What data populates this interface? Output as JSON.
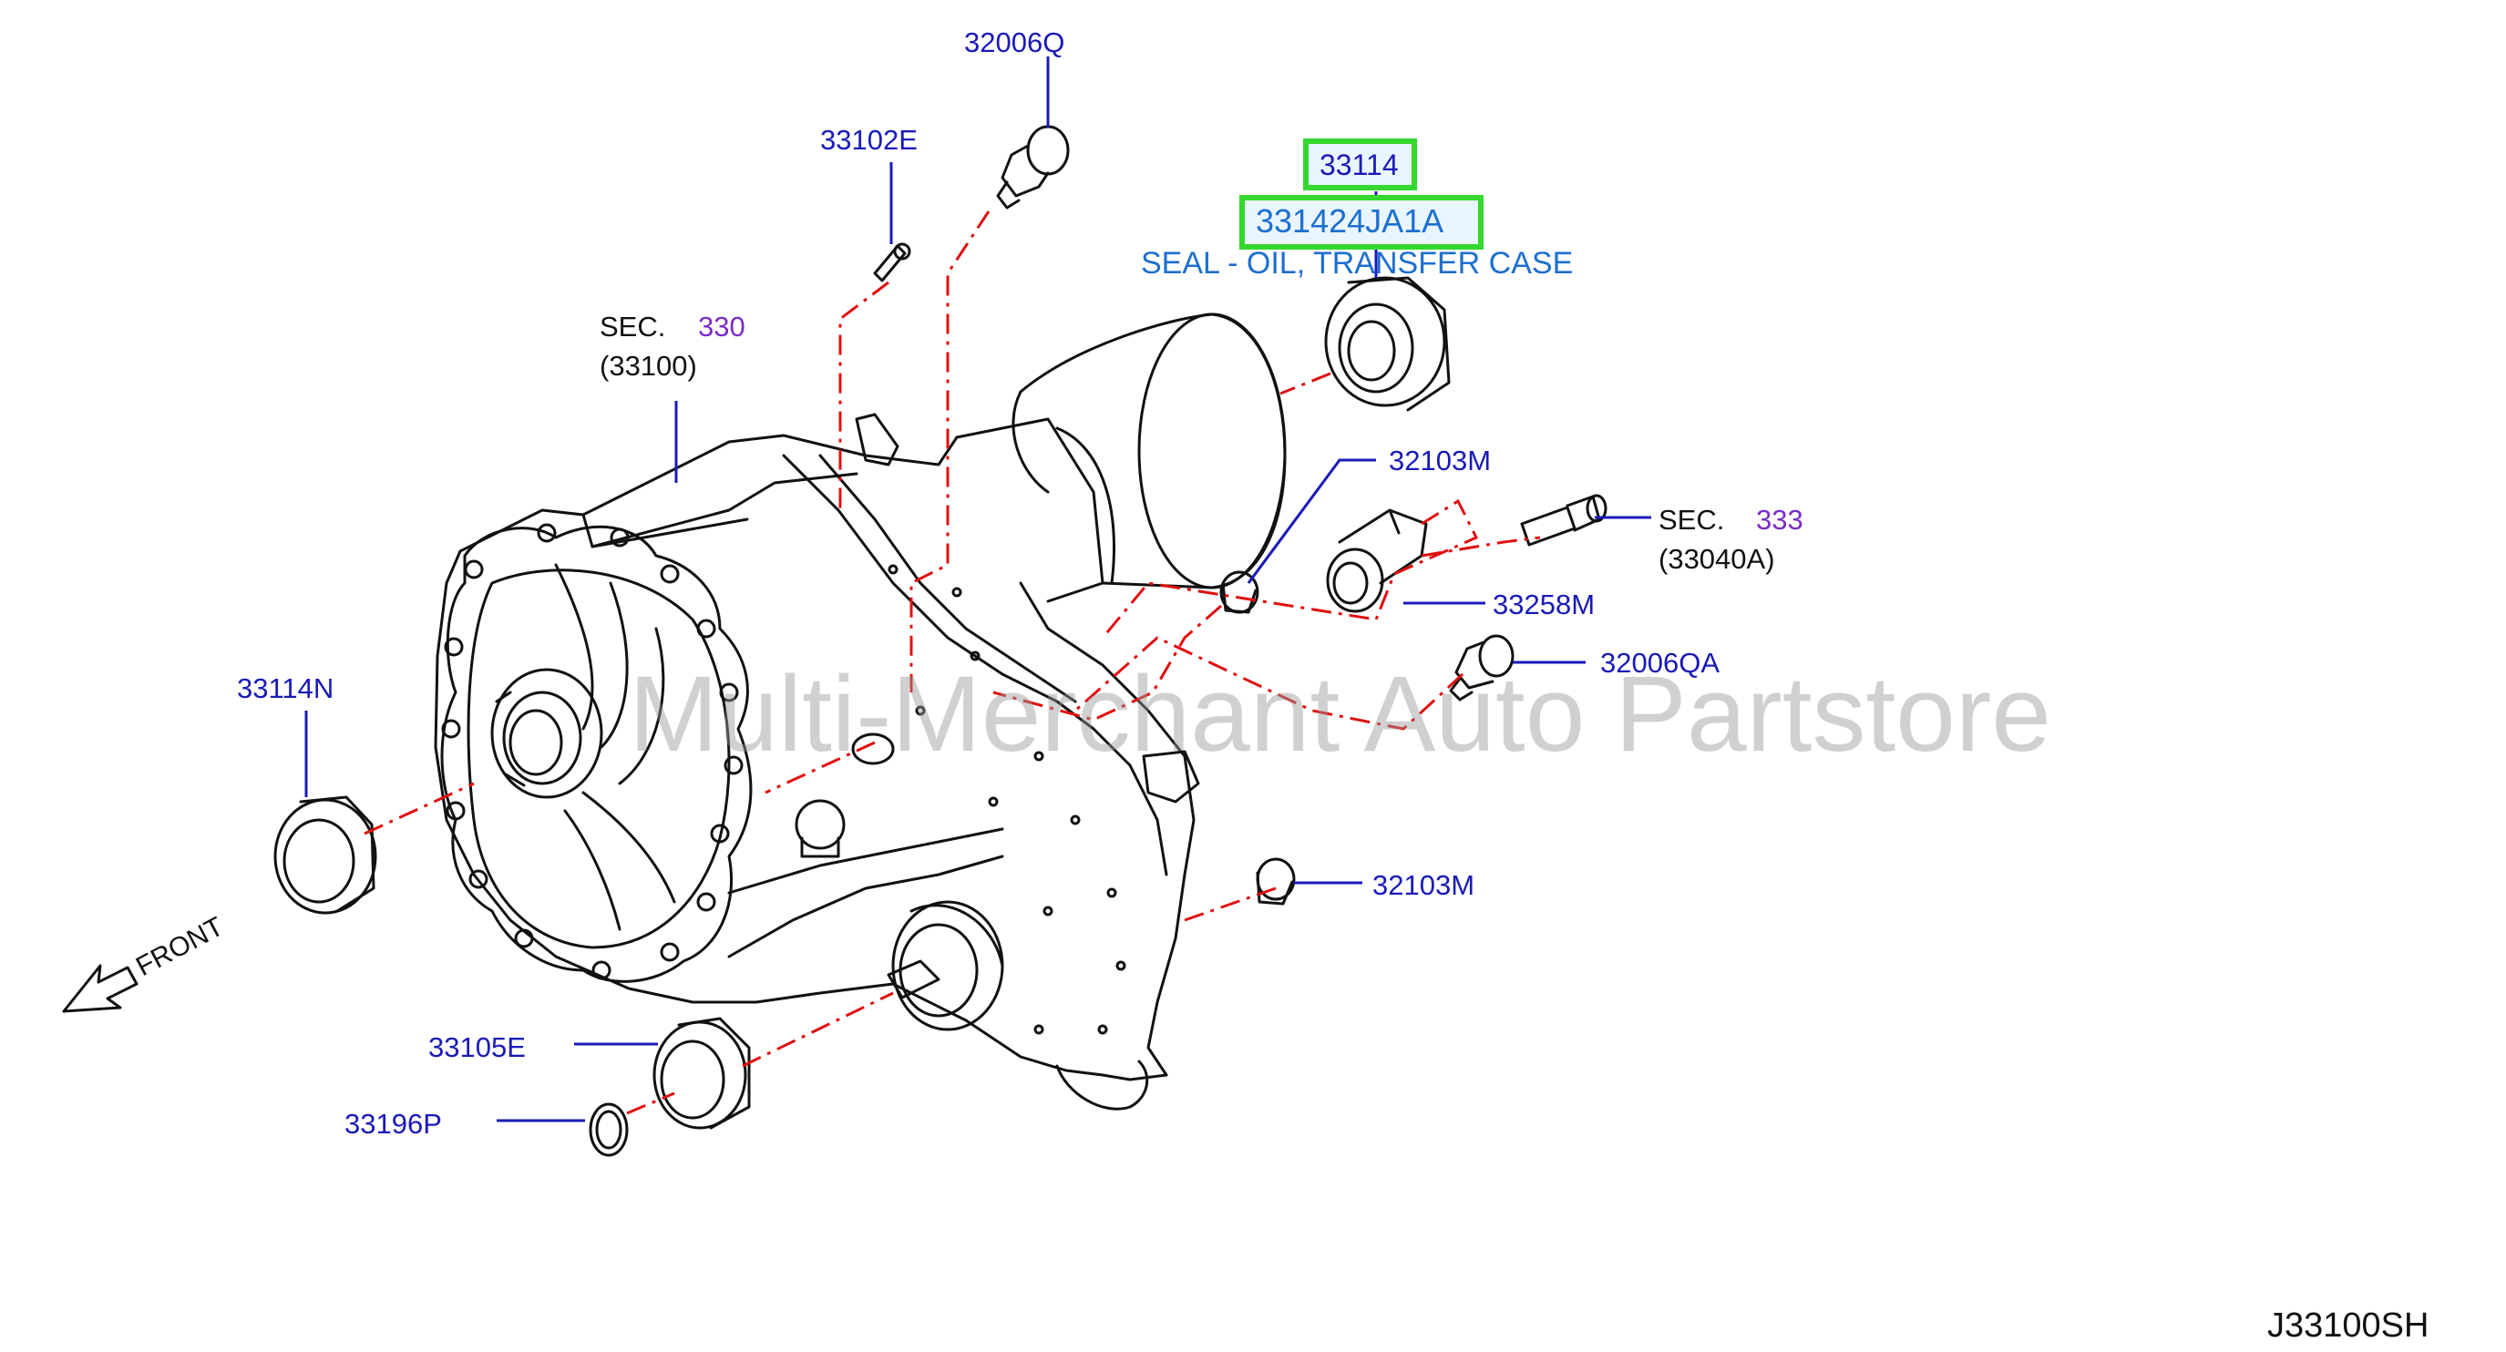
{
  "diagram": {
    "parts": {
      "p32006Q": "32006Q",
      "p33102E": "33102E",
      "p33114": "33114",
      "p331424JA1A": "331424JA1A",
      "seal_desc": "SEAL - OIL, TRANSFER CASE",
      "p32103M_top": "32103M",
      "p33258M": "33258M",
      "p32006QA": "32006QA",
      "p33114N": "33114N",
      "p32103M_bottom": "32103M",
      "p33105E": "33105E",
      "p33196P": "33196P"
    },
    "sec_left": {
      "prefix": "SEC.",
      "number": "330",
      "ref": "(33100)"
    },
    "sec_right": {
      "prefix": "SEC.",
      "number": "333",
      "ref": "(33040A)"
    },
    "front_label": "FRONT",
    "watermark": "Multi-Merchant Auto Partstore",
    "drawing_code": "J33100SH",
    "colors": {
      "leader": "#1a1ab8",
      "dashline": "#e01010",
      "highlight": "#34d82e",
      "drawing": "#111111"
    }
  }
}
